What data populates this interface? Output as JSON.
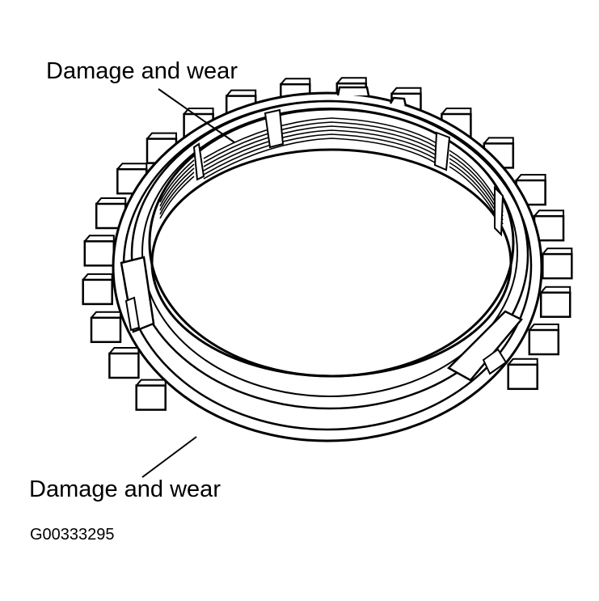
{
  "callouts": {
    "top_label": "Damage and wear",
    "bottom_label": "Damage and wear"
  },
  "figure": {
    "id": "G00333295"
  },
  "colors": {
    "line": "#000000",
    "background": "#ffffff"
  }
}
